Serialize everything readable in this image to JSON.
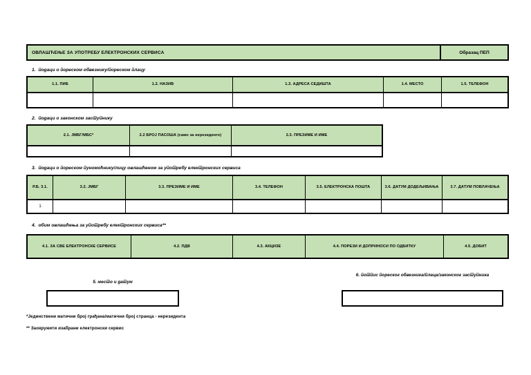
{
  "form": {
    "title": "ОВЛАШЋЕЊЕ ЗА УПОТРЕБУ ЕЛЕКТРОНСКИХ СЕРВИСА",
    "code": "Образац ПЕП"
  },
  "sections": [
    {
      "number": "1.",
      "heading": "подаци о пореском обвезнику/пореском плацу",
      "columns": [
        "1.1. ПИБ",
        "1.2. НАЗИВ",
        "1.3. АДРЕСА СЕДИШТА",
        "1.4. МЕСТО",
        "1.5. ТЕЛЕФОН"
      ],
      "rows": [
        [
          "",
          "",
          "",
          "",
          ""
        ]
      ]
    },
    {
      "number": "2.",
      "heading": "подаци о законском заступнику",
      "columns": [
        "2.1. ЈМБГ/МБС*",
        "2.2 БРОЈ ПАСОША (само за нерезиденте)",
        "2.3. ПРЕЗИМЕ И ИМЕ"
      ],
      "rows": [
        [
          "",
          "",
          ""
        ]
      ]
    },
    {
      "number": "3.",
      "heading": "подаци о пореском пуномоћнику/лицу овлашћеном за употребу електронских сервиса",
      "columns": [
        "Р.Б. 3.1.",
        "3.2. ЈМБГ",
        "3.3. ПРЕЗИМЕ И ИМЕ",
        "3.4. ТЕЛЕФОН",
        "3.5. ЕЛЕКТРОНСКА ПОШТА",
        "3.6. ДАТУМ ДОДЕЉИВАЊА",
        "3.7. ДАТУМ ПОВЛАЧЕЊА"
      ],
      "rows": [
        [
          "1",
          "",
          "",
          "",
          "",
          "",
          ""
        ]
      ]
    },
    {
      "number": "4.",
      "heading": "обим овлашћења за употребу електронских сервиса**",
      "columns": [
        "4.1. ЗА СВЕ ЕЛЕКТРОНСКЕ СЕРВИСЕ",
        "4.2. ПДВ",
        "4.3. АКЦИЗЕ",
        "4.4. ПОРЕЗИ И ДОПРИНОСИ ПО ОДБИТКУ",
        "4.5. ДОБИТ"
      ],
      "rows": []
    }
  ],
  "signatures": {
    "left": {
      "number": "5.",
      "label": "место и датум",
      "value": ""
    },
    "right": {
      "number": "6.",
      "label": "потпис пореског обвезника/плаца/законског заступника",
      "value": ""
    }
  },
  "footnotes": [
    "*Јединствени матични број грађана/матични број странца - нерезидента",
    "** Заокружити изабрани електронски сервис"
  ],
  "colors": {
    "header_green": "#c5e0b4",
    "border": "#000000",
    "page": "#ffffff"
  }
}
